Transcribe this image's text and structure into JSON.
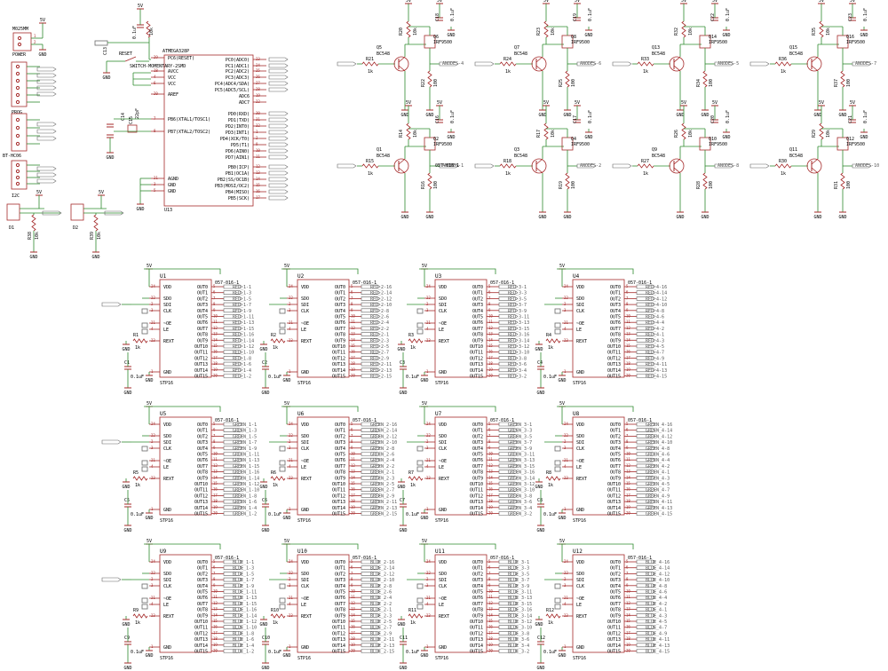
{
  "colors": {
    "wire": "#2e8b2e",
    "part": "#a52a2a",
    "pin": "#a52a2a",
    "text": "#000000",
    "label": "#555555"
  },
  "power_block": {
    "label": "POWER",
    "ref": "M025MM",
    "pin1": "1",
    "pin2": "2"
  },
  "prog": {
    "label": "PROG"
  },
  "bt": {
    "label": "BT-HC06"
  },
  "i2c": {
    "label": "I2C"
  },
  "d1": {
    "ref": "D1",
    "r": "R38",
    "rv": "10k"
  },
  "d2": {
    "ref": "D2",
    "r": "R39",
    "rv": "10k"
  },
  "gnd": "GND",
  "v5": "5V",
  "mcu": {
    "ref": "U13",
    "name": "ATMEGA328P",
    "reset_label": "RESET",
    "switch_label": "SWITCH-MOMENTARY-2SMD",
    "c13": "C13",
    "c13v": "0.1uF",
    "c14": "C14",
    "c15": "C15",
    "c14v": "22pF",
    "left_pins": [
      "PC6(RESET)",
      "AVCC",
      "VCC",
      "VCC",
      "AREF",
      "PB6(XTAL1/TOSC1)",
      "PB7(XTAL2/TOSC2)",
      "AGND",
      "GND",
      "GND"
    ],
    "left_nums": [
      "29",
      "18",
      "4",
      "6",
      "20",
      "7",
      "8",
      "21",
      "3",
      "5"
    ],
    "right_pins": [
      "PC0(ADC0)",
      "PC1(ADC1)",
      "PC2(ADC2)",
      "PC3(ADC3)",
      "PC4(ADC4/SDA)",
      "PC5(ADC5/SCL)",
      "ADC6",
      "ADC7",
      "PD0(RXD)",
      "PD1(TXD)",
      "PD2(INT0)",
      "PD3(INT1)",
      "PD4(XCK/T0)",
      "PD5(T1)",
      "PD6(AIN0)",
      "PD7(AIN1)",
      "PB0(ICP)",
      "PB1(OC1A)",
      "PB2(SS/OC1B)",
      "PB3(MOSI/OC2)",
      "PB4(MISO)",
      "PB5(SCK)"
    ],
    "right_nums": [
      "23",
      "24",
      "25",
      "26",
      "27",
      "28",
      "19",
      "22",
      "30",
      "31",
      "32",
      "1",
      "2",
      "9",
      "10",
      "11",
      "12",
      "13",
      "14",
      "15",
      "16",
      "17"
    ]
  },
  "drivers": [
    {
      "q": "Q5",
      "qm": "BC548",
      "rb": "R21",
      "rbv": "1k",
      "rg": "R20",
      "rgv": "10k",
      "c": "C18",
      "cv": "0.1uF",
      "m": "Q6",
      "mm": "IRF9500",
      "rd": "R22",
      "rdv": "100",
      "net": "ANODES-4"
    },
    {
      "q": "Q7",
      "qm": "BC548",
      "rb": "R24",
      "rbv": "1k",
      "rg": "R23",
      "rgv": "10k",
      "c": "C19",
      "cv": "0.1uF",
      "m": "Q8",
      "mm": "IRF9500",
      "rd": "R25",
      "rdv": "100",
      "net": "ANODES-6"
    },
    {
      "q": "Q13",
      "qm": "BC548",
      "rb": "R33",
      "rbv": "1k",
      "rg": "R32",
      "rgv": "10k",
      "c": "C22",
      "cv": "0.1uF",
      "m": "Q14",
      "mm": "IRF9500",
      "rd": "R34",
      "rdv": "100",
      "net": "ANODES-5"
    },
    {
      "q": "Q15",
      "qm": "BC548",
      "rb": "R36",
      "rbv": "1k",
      "rg": "R35",
      "rgv": "10k",
      "c": "C23",
      "cv": "0.1uF",
      "m": "Q16",
      "mm": "IRF9500",
      "rd": "R37",
      "rdv": "100",
      "net": "ANODES-7"
    },
    {
      "q": "Q1",
      "qm": "BC548",
      "rb": "R15",
      "rbv": "1k",
      "rg": "R14",
      "rgv": "10k",
      "c": "C16",
      "cv": "0.1uF",
      "m": "Q2",
      "mm": "IRF9500",
      "rd": "R16",
      "rdv": "100",
      "net": "ANODES-1"
    },
    {
      "q": "Q3",
      "qm": "BC548",
      "rb": "R18",
      "rbv": "1k",
      "rg": "R17",
      "rgv": "10k",
      "c": "C17",
      "cv": "0.1uF",
      "m": "Q4",
      "mm": "IRF9500",
      "rd": "R19",
      "rdv": "100",
      "net": "ANODES-2"
    },
    {
      "q": "Q9",
      "qm": "BC548",
      "rb": "R27",
      "rbv": "1k",
      "rg": "R26",
      "rgv": "10k",
      "c": "C20",
      "cv": "0.1uF",
      "m": "Q10",
      "mm": "IRF9500",
      "rd": "R28",
      "rdv": "100",
      "net": "ANODES-8"
    },
    {
      "q": "Q11",
      "qm": "BC548",
      "rb": "R30",
      "rbv": "1k",
      "rg": "R29",
      "rgv": "10k",
      "c": "C21",
      "cv": "0.1uF",
      "m": "Q12",
      "mm": "IRF9500",
      "rd": "R31",
      "rdv": "100",
      "net": "ANODES-10"
    }
  ],
  "stp_pins_left": [
    "VDD",
    "SDO",
    "SDI",
    "CLK",
    "~OE",
    "LE",
    "REXT",
    "GND"
  ],
  "stp_pins_left_nums": [
    "24",
    "22",
    "2",
    "3",
    "21",
    "4",
    "23",
    "1"
  ],
  "stp_pins_right": [
    "OUT0",
    "OUT1",
    "OUT2",
    "OUT3",
    "OUT4",
    "OUT5",
    "OUT6",
    "OUT7",
    "OUT8",
    "OUT9",
    "OUT10",
    "OUT11",
    "OUT12",
    "OUT13",
    "OUT14",
    "OUT15"
  ],
  "stp_pins_right_nums": [
    "5",
    "6",
    "7",
    "8",
    "9",
    "10",
    "11",
    "12",
    "13",
    "14",
    "15",
    "16",
    "17",
    "18",
    "19",
    "20"
  ],
  "stp_device": "STP16",
  "stp_part": "057-016-1",
  "stp": [
    {
      "ref": "U1",
      "r": "R1",
      "c": "C1",
      "cv": "0.1uF",
      "rv": "1k",
      "nets": [
        "RED_1-1",
        "RED_1-3",
        "RED_1-5",
        "RED_1-7",
        "RED_1-9",
        "RED_1-11",
        "RED_1-13",
        "RED_1-15",
        "RED_1-16",
        "RED_1-14",
        "RED_1-12",
        "RED_1-10",
        "RED_1-8",
        "RED_1-6",
        "RED_1-4",
        "RED_1-2"
      ]
    },
    {
      "ref": "U2",
      "r": "R2",
      "c": "C2",
      "cv": "0.1uF",
      "rv": "1k",
      "nets": [
        "RED_2-16",
        "RED_2-14",
        "RED_2-12",
        "RED_2-10",
        "RED_2-8",
        "RED_2-6",
        "RED_2-4",
        "RED_2-2",
        "RED_2-1",
        "RED_2-3",
        "RED_2-5",
        "RED_2-7",
        "RED_2-9",
        "RED_2-11",
        "RED_2-13",
        "RED_2-15"
      ]
    },
    {
      "ref": "U3",
      "r": "R3",
      "c": "C3",
      "cv": "0.1uF",
      "rv": "1k",
      "nets": [
        "RED_3-1",
        "RED_3-3",
        "RED_3-5",
        "RED_3-7",
        "RED_3-9",
        "RED_3-11",
        "RED_3-13",
        "RED_3-15",
        "RED_3-16",
        "RED_3-14",
        "RED_3-12",
        "RED_3-10",
        "RED_3-8",
        "RED_3-6",
        "RED_3-4",
        "RED_3-2"
      ]
    },
    {
      "ref": "U4",
      "r": "R4",
      "c": "C4",
      "cv": "0.1uF",
      "rv": "1k",
      "nets": [
        "RED_4-16",
        "RED_4-14",
        "RED_4-12",
        "RED_4-10",
        "RED_4-8",
        "RED_4-6",
        "RED_4-4",
        "RED_4-2",
        "RED_4-1",
        "RED_4-3",
        "RED_4-5",
        "RED_4-7",
        "RED_4-9",
        "RED_4-11",
        "RED_4-13",
        "RED_4-15"
      ]
    },
    {
      "ref": "U5",
      "r": "R5",
      "c": "C5",
      "cv": "0.1uF",
      "rv": "1k",
      "nets": [
        "GREEN_1-1",
        "GREEN_1-3",
        "GREEN_1-5",
        "GREEN_1-7",
        "GREEN_1-9",
        "GREEN_1-11",
        "GREEN_1-13",
        "GREEN_1-15",
        "GREEN_1-16",
        "GREEN_1-14",
        "GREEN_1-12",
        "GREEN_1-10",
        "GREEN_1-8",
        "GREEN_1-6",
        "GREEN_1-4",
        "GREEN_1-2"
      ]
    },
    {
      "ref": "U6",
      "r": "R6",
      "c": "C6",
      "cv": "0.1uF",
      "rv": "1k",
      "nets": [
        "GREEN_2-16",
        "GREEN_2-14",
        "GREEN_2-12",
        "GREEN_2-10",
        "GREEN_2-8",
        "GREEN_2-6",
        "GREEN_2-4",
        "GREEN_2-2",
        "GREEN_2-1",
        "GREEN_2-3",
        "GREEN_2-5",
        "GREEN_2-7",
        "GREEN_2-9",
        "GREEN_2-11",
        "GREEN_2-13",
        "GREEN_2-15"
      ]
    },
    {
      "ref": "U7",
      "r": "R7",
      "c": "C7",
      "cv": "0.1uF",
      "rv": "1k",
      "nets": [
        "GREEN_3-1",
        "GREEN_3-3",
        "GREEN_3-5",
        "GREEN_3-7",
        "GREEN_3-9",
        "GREEN_3-11",
        "GREEN_3-13",
        "GREEN_3-15",
        "GREEN_3-16",
        "GREEN_3-14",
        "GREEN_3-12",
        "GREEN_3-10",
        "GREEN_3-8",
        "GREEN_3-6",
        "GREEN_3-4",
        "GREEN_3-2"
      ]
    },
    {
      "ref": "U8",
      "r": "R8",
      "c": "C8",
      "cv": "0.1uF",
      "rv": "1k",
      "nets": [
        "GREEN_4-16",
        "GREEN_4-14",
        "GREEN_4-12",
        "GREEN_4-10",
        "GREEN_4-8",
        "GREEN_4-6",
        "GREEN_4-4",
        "GREEN_4-2",
        "GREEN_4-1",
        "GREEN_4-3",
        "GREEN_4-5",
        "GREEN_4-7",
        "GREEN_4-9",
        "GREEN_4-11",
        "GREEN_4-13",
        "GREEN_4-15"
      ]
    },
    {
      "ref": "U9",
      "r": "R9",
      "c": "C9",
      "cv": "0.1uF",
      "rv": "1k",
      "nets": [
        "BLUE_1-1",
        "BLUE_1-3",
        "BLUE_1-5",
        "BLUE_1-7",
        "BLUE_1-9",
        "BLUE_1-11",
        "BLUE_1-13",
        "BLUE_1-15",
        "BLUE_1-16",
        "BLUE_1-14",
        "BLUE_1-12",
        "BLUE_1-10",
        "BLUE_1-8",
        "BLUE_1-6",
        "BLUE_1-4",
        "BLUE_1-2"
      ]
    },
    {
      "ref": "U10",
      "r": "R10",
      "c": "C10",
      "cv": "0.1uF",
      "rv": "1k",
      "nets": [
        "BLUE_2-16",
        "BLUE_2-14",
        "BLUE_2-12",
        "BLUE_2-10",
        "BLUE_2-8",
        "BLUE_2-6",
        "BLUE_2-4",
        "BLUE_2-2",
        "BLUE_2-1",
        "BLUE_2-3",
        "BLUE_2-5",
        "BLUE_2-7",
        "BLUE_2-9",
        "BLUE_2-11",
        "BLUE_2-13",
        "BLUE_2-15"
      ]
    },
    {
      "ref": "U11",
      "r": "R11",
      "c": "C11",
      "cv": "0.1uF",
      "rv": "1k",
      "nets": [
        "BLUE_3-1",
        "BLUE_3-3",
        "BLUE_3-5",
        "BLUE_3-7",
        "BLUE_3-9",
        "BLUE_3-11",
        "BLUE_3-13",
        "BLUE_3-15",
        "BLUE_3-16",
        "BLUE_3-14",
        "BLUE_3-12",
        "BLUE_3-10",
        "BLUE_3-8",
        "BLUE_3-6",
        "BLUE_3-4",
        "BLUE_3-2"
      ]
    },
    {
      "ref": "U12",
      "r": "R12",
      "c": "C12",
      "cv": "0.1uF",
      "rv": "1k",
      "nets": [
        "BLUE_4-16",
        "BLUE_4-14",
        "BLUE_4-12",
        "BLUE_4-10",
        "BLUE_4-8",
        "BLUE_4-6",
        "BLUE_4-4",
        "BLUE_4-2",
        "BLUE_4-1",
        "BLUE_4-3",
        "BLUE_4-5",
        "BLUE_4-7",
        "BLUE_4-9",
        "BLUE_4-11",
        "BLUE_4-13",
        "BLUE_4-15"
      ]
    }
  ]
}
